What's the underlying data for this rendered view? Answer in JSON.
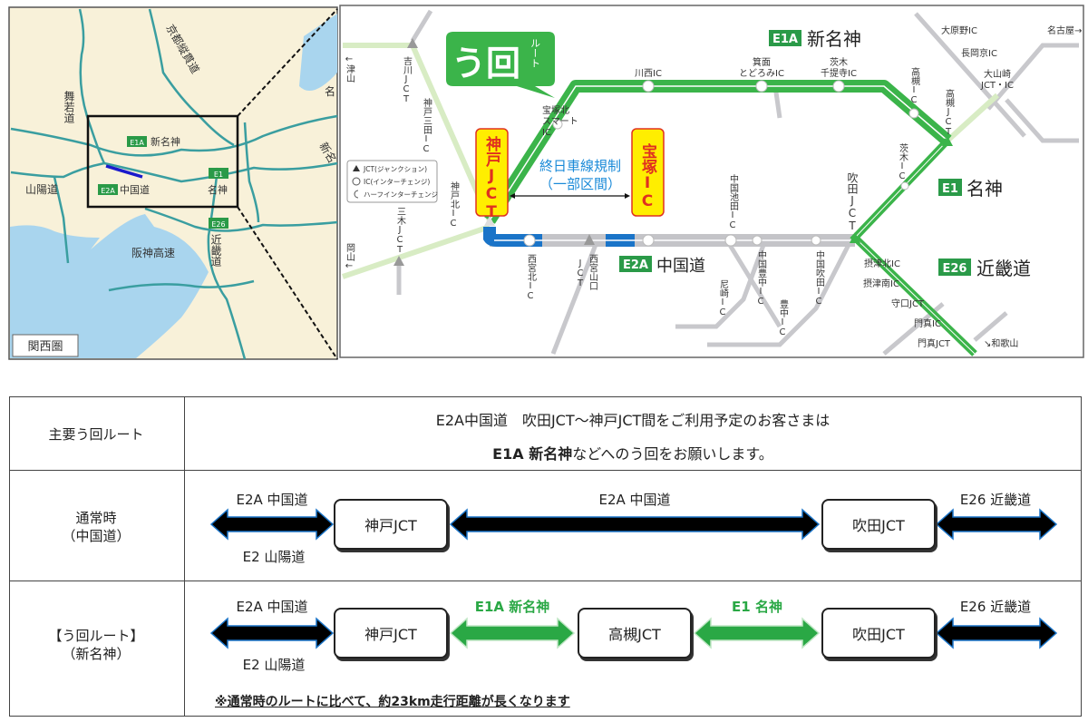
{
  "colors": {
    "route_green": "#3bb44a",
    "restriction_blue": "#1a74c8",
    "chugoku_gray": "#c4c4c8",
    "badge_green": "#2a9a48",
    "highlight_yellow": "#ffee00",
    "box_red": "#e03020",
    "region_road_teal": "#3a9ea0",
    "sea": "#a9d5ee",
    "land": "#f8f1d9"
  },
  "left_map": {
    "region_label": "関西圏",
    "road_labels": {
      "kyoto_jukan": "京都縦貫道",
      "maizuru": "舞若道",
      "sanyo": "山陽道",
      "hanshin": "阪神高速",
      "kinki": "近畿道",
      "meishin_cut": "名",
      "shinmei_cut": "新名"
    },
    "badges": {
      "e1a": "E1A",
      "e1a_name": "新名神",
      "e2a": "E2A",
      "e2a_name": "中国道",
      "e1": "E1",
      "e1_name": "名神",
      "e26": "E26"
    },
    "restricted_segment": "blue"
  },
  "right_map": {
    "detour_badge": {
      "main": "う回",
      "sub": "ルート"
    },
    "routes": {
      "e1a": {
        "code": "E1A",
        "name": "新名神"
      },
      "e1": {
        "code": "E1",
        "name": "名神"
      },
      "e26": {
        "code": "E26",
        "name": "近畿道"
      },
      "e2a": {
        "code": "E2A",
        "name": "中国道"
      }
    },
    "highlight_boxes": [
      "神戸JCT",
      "宝塚IC"
    ],
    "restriction": {
      "line1": "終日車線規制",
      "line2": "（一部区間）"
    },
    "legend": [
      "JCT(ジャンクション)",
      "IC(インターチェンジ)",
      "ハーフインターチェンジ"
    ],
    "places": {
      "tsuyama": "←津山",
      "yoshikawa": "吉川JCT",
      "sanda": "神戸三田IC",
      "takarazuka_kita_1": "宝塚北",
      "takarazuka_kita_2": "スマート",
      "takarazuka_kita_3": "IC",
      "kobe_kita": "神戸北IC",
      "miki": "三木JCT",
      "okayama": "岡山←",
      "kawanishi": "川西IC",
      "mino_1": "箕面",
      "mino_2": "とどろみIC",
      "ibaraki_s_1": "茨木",
      "ibaraki_s_2": "千提寺IC",
      "takatsuki_ic": "高槻IC",
      "takatsuki_jct": "高槻JCT",
      "ibaraki": "茨木IC",
      "suita_jct": "吹田JCT",
      "ikeda": "中国池田IC",
      "toyonaka_c": "中国豊中IC",
      "suita_c": "中国吹田IC",
      "amagasaki": "尼崎IC",
      "toyonaka": "豊中IC",
      "nishinomiya_kita": "西宮北IC",
      "nishinomiya_yamaguchi": "西宮山口",
      "nishinomiya_yamaguchi_jct": "JCT",
      "settsu_kita": "摂津北IC",
      "settsu_minami": "摂津南IC",
      "moriguchi": "守口JCT",
      "kadoma_ic": "門真IC",
      "kadoma_jct": "門真JCT",
      "wakayama": "↘和歌山",
      "oharano": "大原野IC",
      "nagaokakyo": "長岡京IC",
      "oyamazaki_1": "大山崎",
      "oyamazaki_2": "JCT・IC",
      "nagoya": "名古屋→"
    }
  },
  "table": {
    "header": {
      "label": "主要う回ルート",
      "line1": "E2A中国道　吹田JCT～神戸JCT間をご利用予定のお客さまは",
      "line2_bold": "E1A 新名神",
      "line2_rest": "などへのう回をお願いします。"
    },
    "normal": {
      "label_1": "通常時",
      "label_2": "（中国道）",
      "left_top": "E2A 中国道",
      "left_bottom": "E2 山陽道",
      "jct_1": "神戸JCT",
      "mid": "E2A 中国道",
      "jct_2": "吹田JCT",
      "right_top": "E26 近畿道"
    },
    "detour": {
      "label_1": "【う回ルート】",
      "label_2": "（新名神）",
      "left_top": "E2A 中国道",
      "left_bottom": "E2 山陽道",
      "jct_1": "神戸JCT",
      "seg_1": "E1A 新名神",
      "jct_2": "高槻JCT",
      "seg_2": "E1 名神",
      "jct_3": "吹田JCT",
      "right_top": "E26 近畿道",
      "note": "※通常時のルートに比べて、約23km走行距離が長くなります"
    }
  }
}
